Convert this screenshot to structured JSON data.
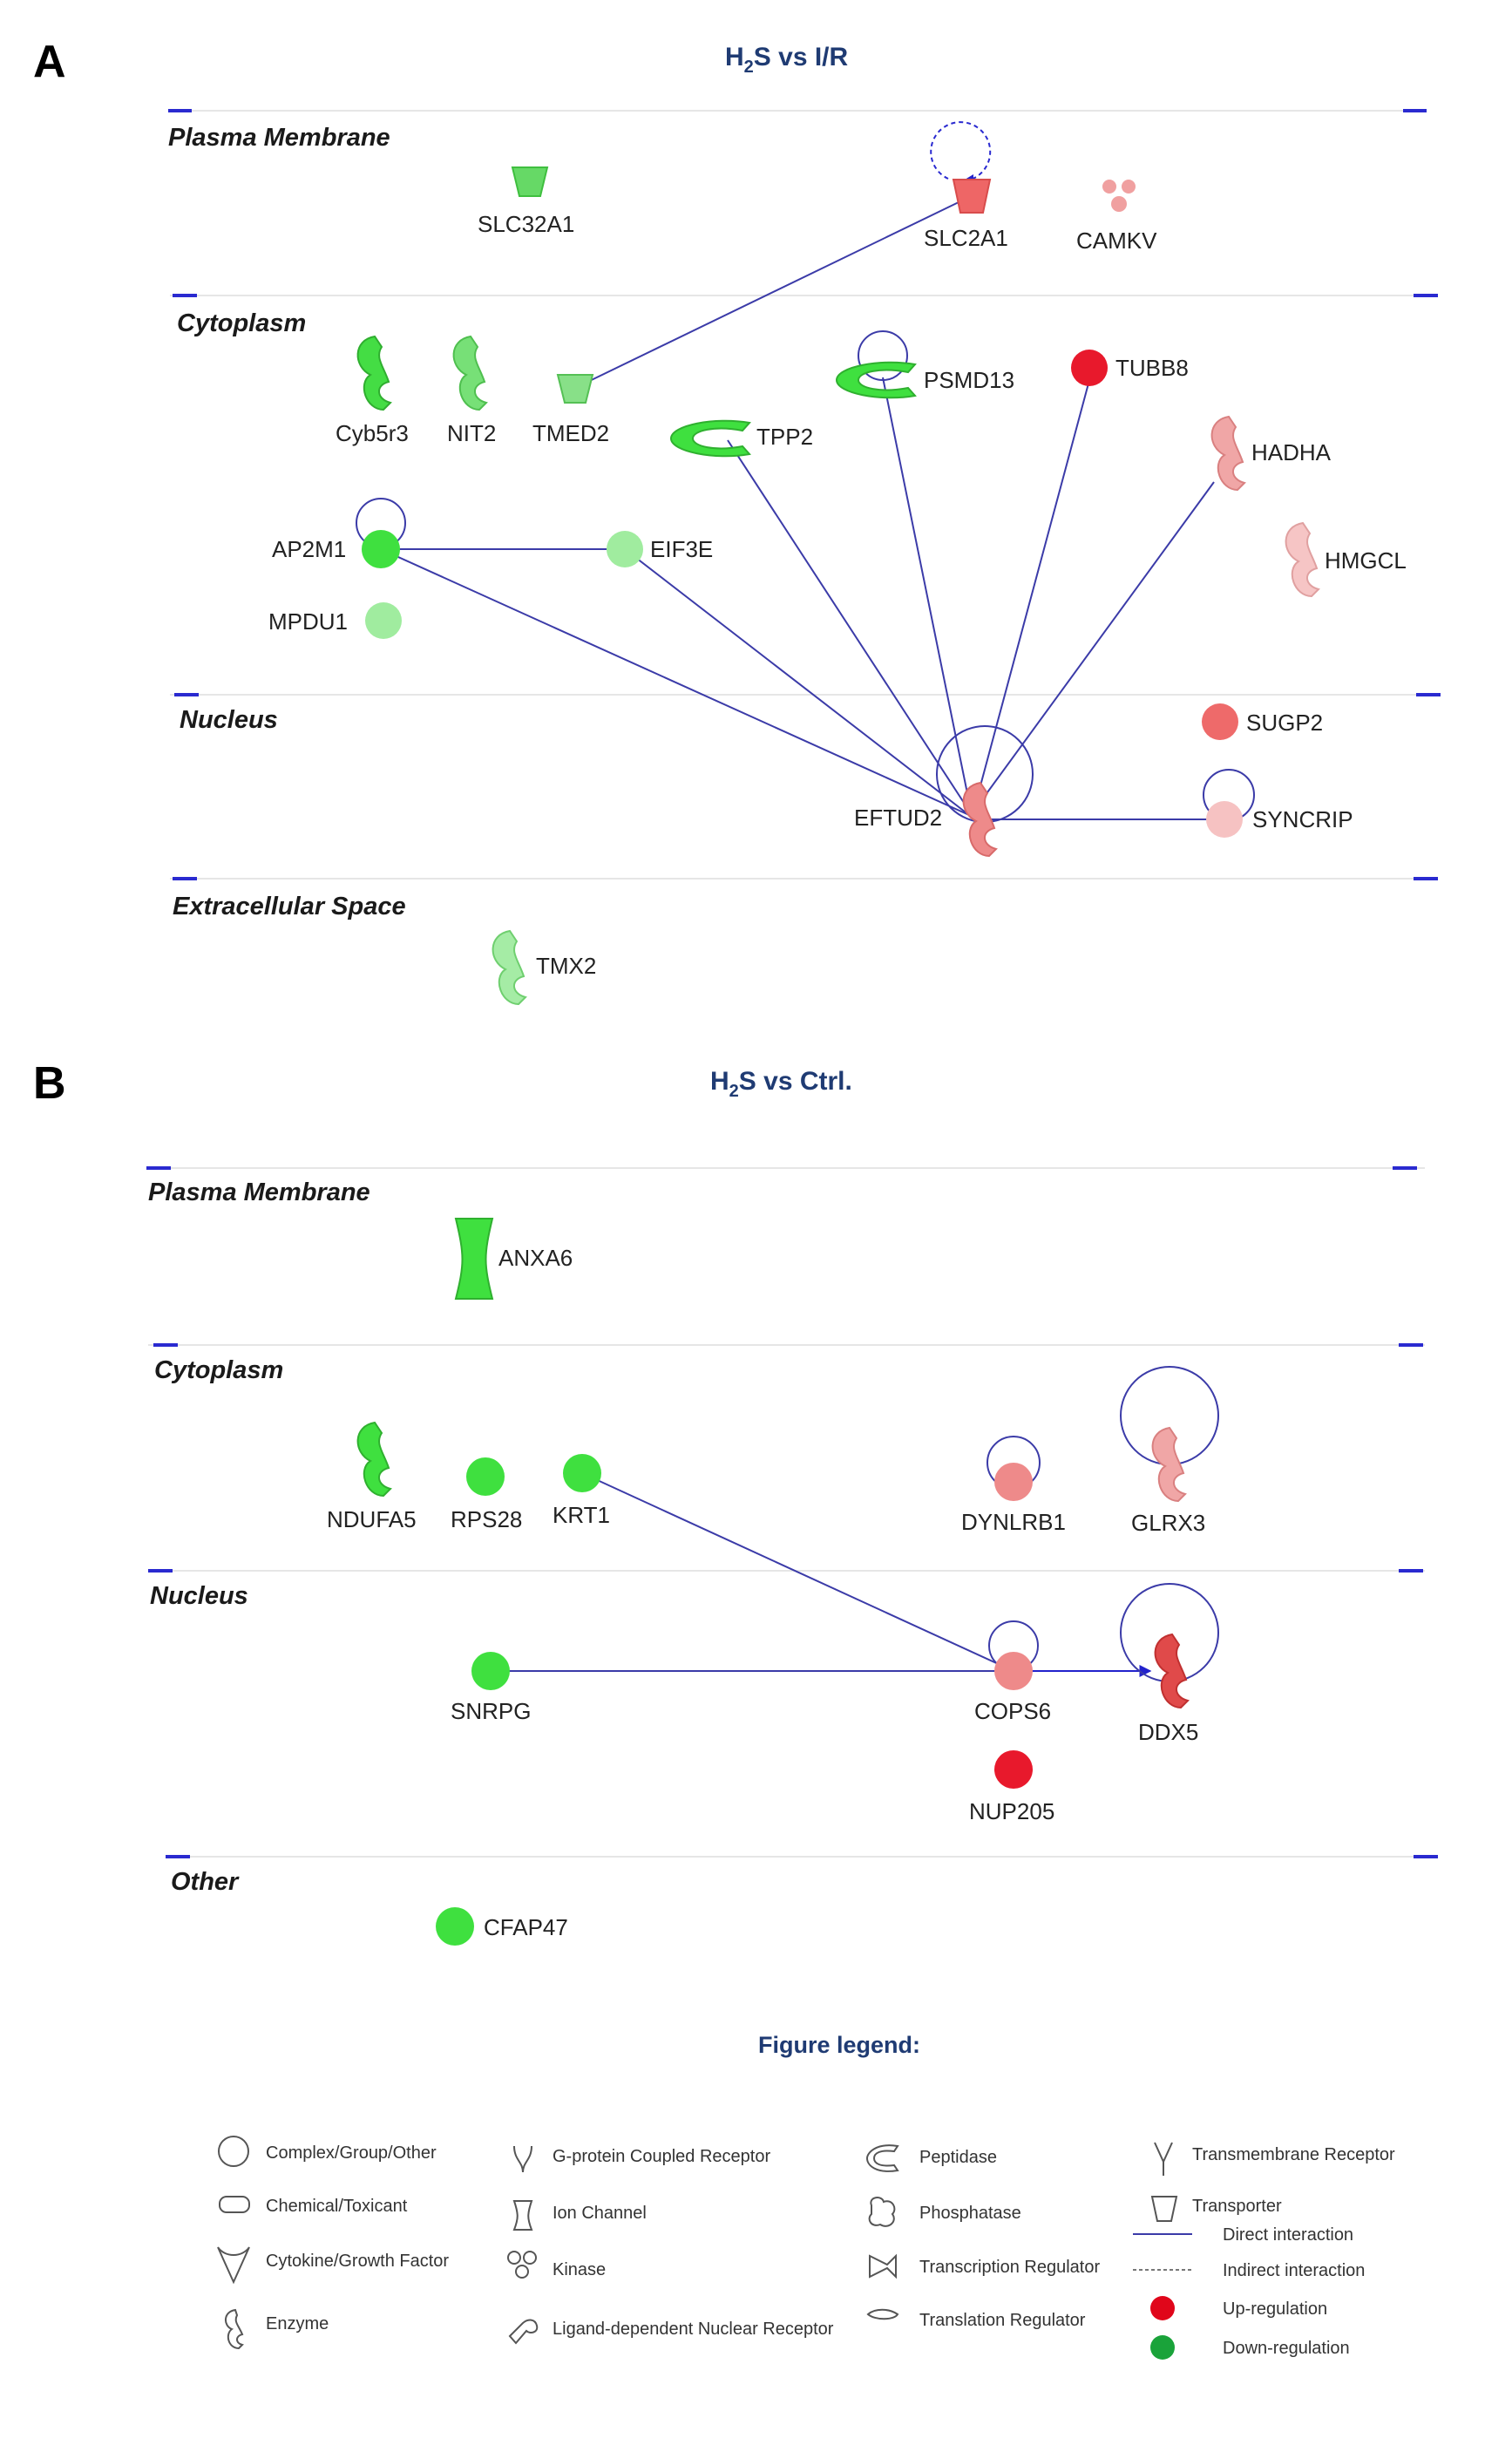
{
  "panelA": {
    "letter": "A",
    "title_main": "H",
    "title_sub": "2",
    "title_rest": "S vs I/R",
    "regions": [
      "Plasma Membrane",
      "Cytoplasm",
      "Nucleus",
      "Extracellular Space"
    ],
    "genes": {
      "SLC32A1": "SLC32A1",
      "SLC2A1": "SLC2A1",
      "CAMKV": "CAMKV",
      "Cyb5r3": "Cyb5r3",
      "NIT2": "NIT2",
      "TMED2": "TMED2",
      "TPP2": "TPP2",
      "PSMD13": "PSMD13",
      "TUBB8": "TUBB8",
      "HADHA": "HADHA",
      "HMGCL": "HMGCL",
      "AP2M1": "AP2M1",
      "EIF3E": "EIF3E",
      "MPDU1": "MPDU1",
      "SUGP2": "SUGP2",
      "EFTUD2": "EFTUD2",
      "SYNCRIP": "SYNCRIP",
      "TMX2": "TMX2"
    }
  },
  "panelB": {
    "letter": "B",
    "title_main": "H",
    "title_sub": "2",
    "title_rest": "S vs Ctrl.",
    "regions": [
      "Plasma Membrane",
      "Cytoplasm",
      "Nucleus",
      "Other"
    ],
    "genes": {
      "ANXA6": "ANXA6",
      "NDUFA5": "NDUFA5",
      "RPS28": "RPS28",
      "KRT1": "KRT1",
      "DYNLRB1": "DYNLRB1",
      "GLRX3": "GLRX3",
      "SNRPG": "SNRPG",
      "COPS6": "COPS6",
      "DDX5": "DDX5",
      "NUP205": "NUP205",
      "CFAP47": "CFAP47"
    }
  },
  "legend": {
    "title": "Figure legend:",
    "items": [
      "Complex/Group/Other",
      "Chemical/Toxicant",
      "Cytokine/Growth Factor",
      "Enzyme",
      "G-protein Coupled Receptor",
      "Ion Channel",
      "Kinase",
      "Ligand-dependent Nuclear Receptor",
      "Peptidase",
      "Phosphatase",
      "Transcription Regulator",
      "Translation Regulator",
      "Transmembrane Receptor",
      "Transporter",
      "Direct interaction",
      "Indirect interaction",
      "Up-regulation",
      "Down-regulation"
    ]
  },
  "colors": {
    "strong_green": "#3fe03f",
    "light_green": "#9ee89e",
    "strong_red": "#e8192c",
    "mid_red": "#ee7a7a",
    "light_red": "#f4b6b6",
    "edge_blue": "#3b3ba8",
    "legend_red": "#e0061a",
    "legend_green": "#1aa33a"
  }
}
